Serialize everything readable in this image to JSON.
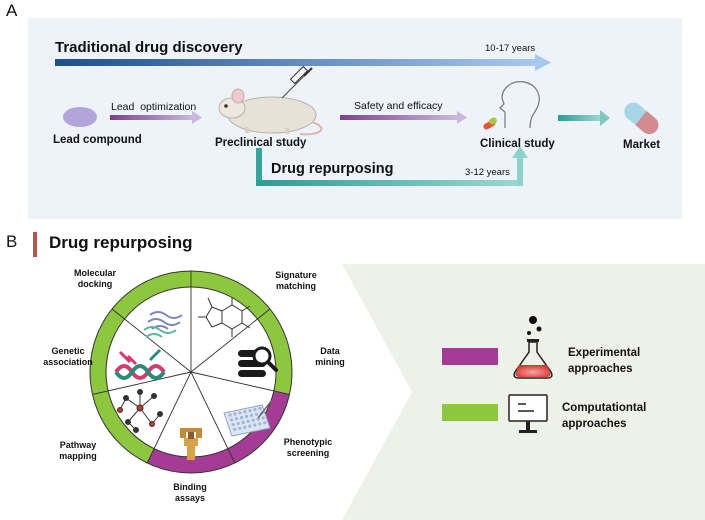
{
  "panelA": {
    "letter": "A",
    "traditional_title": "Traditional drug discovery",
    "traditional_years": "10-17 years",
    "lead_compound": "Lead compound",
    "lead_optimization": "Lead  optimization",
    "preclinical_study": "Preclinical study",
    "safety_efficacy": "Safety and efficacy",
    "clinical_study": "Clinical study",
    "market": "Market",
    "repurposing_title": "Drug repurposing",
    "repurposing_years": "3-12 years"
  },
  "panelB": {
    "letter": "B",
    "title": "Drug repurposing",
    "segments": [
      {
        "label_lines": [
          "Signature",
          "matching"
        ],
        "type": "computational"
      },
      {
        "label_lines": [
          "Data",
          "mining"
        ],
        "type": "computational"
      },
      {
        "label_lines": [
          "Phenotypic",
          "screening"
        ],
        "type": "experimental"
      },
      {
        "label_lines": [
          "Binding",
          "assays"
        ],
        "type": "experimental"
      },
      {
        "label_lines": [
          "Pathway",
          "mapping"
        ],
        "type": "computational"
      },
      {
        "label_lines": [
          "Genetic",
          "association"
        ],
        "type": "computational"
      },
      {
        "label_lines": [
          "Molecular",
          "docking"
        ],
        "type": "computational"
      }
    ],
    "legend": {
      "experimental": [
        "Experimental",
        "approaches"
      ],
      "computational": [
        "Computationtal",
        "approaches"
      ]
    },
    "colors": {
      "experimental": "#a43b94",
      "computational": "#8dc63f"
    }
  }
}
